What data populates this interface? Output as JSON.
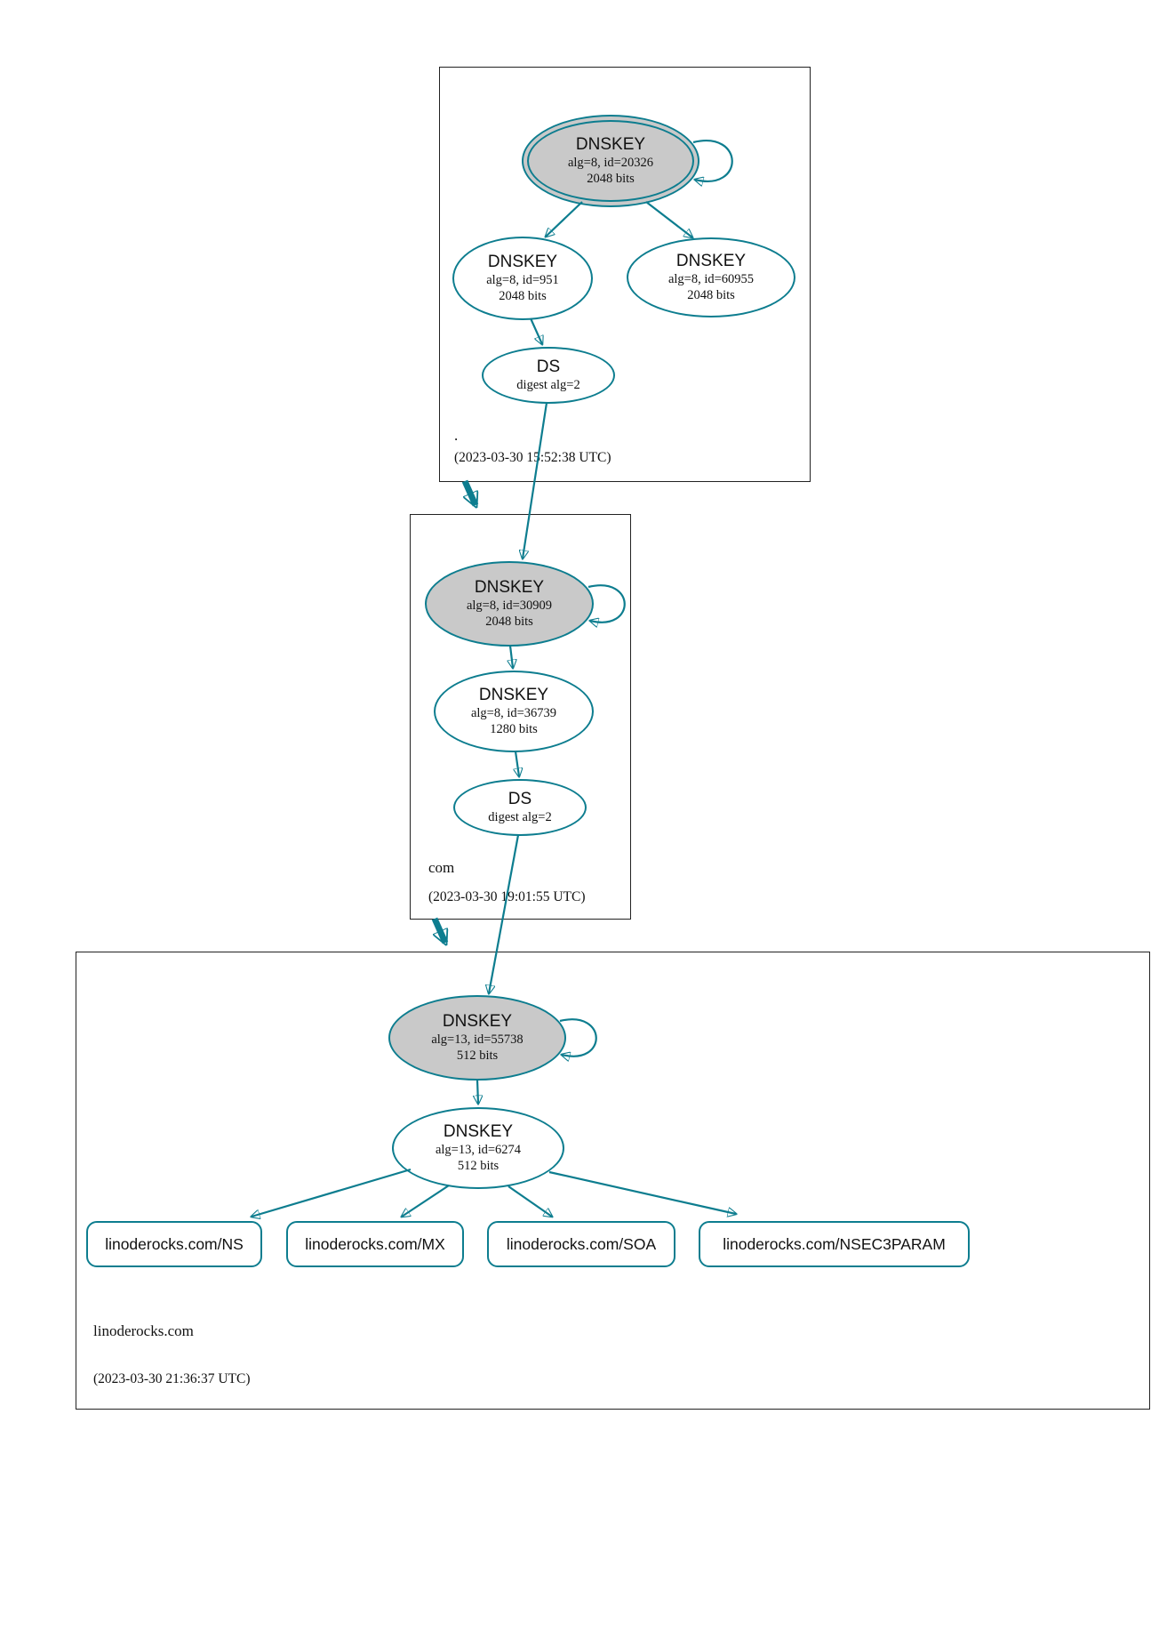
{
  "colors": {
    "edge_teal": "#0d7d8f",
    "ksk_fill": "#c9c9c9",
    "box_border": "#222222"
  },
  "zones": {
    "root": {
      "label": ".",
      "timestamp": "(2023-03-30 15:52:38 UTC)",
      "ksk": {
        "title": "DNSKEY",
        "alg": "alg=8, id=20326",
        "bits": "2048 bits"
      },
      "zsk": {
        "title": "DNSKEY",
        "alg": "alg=8, id=951",
        "bits": "2048 bits"
      },
      "key2": {
        "title": "DNSKEY",
        "alg": "alg=8, id=60955",
        "bits": "2048 bits"
      },
      "ds": {
        "title": "DS",
        "digest": "digest alg=2"
      }
    },
    "com": {
      "label": "com",
      "timestamp": "(2023-03-30 19:01:55 UTC)",
      "ksk": {
        "title": "DNSKEY",
        "alg": "alg=8, id=30909",
        "bits": "2048 bits"
      },
      "zsk": {
        "title": "DNSKEY",
        "alg": "alg=8, id=36739",
        "bits": "1280 bits"
      },
      "ds": {
        "title": "DS",
        "digest": "digest alg=2"
      }
    },
    "linoderocks": {
      "label": "linoderocks.com",
      "timestamp": "(2023-03-30 21:36:37 UTC)",
      "ksk": {
        "title": "DNSKEY",
        "alg": "alg=13, id=55738",
        "bits": "512 bits"
      },
      "zsk": {
        "title": "DNSKEY",
        "alg": "alg=13, id=6274",
        "bits": "512 bits"
      },
      "rrsets": {
        "ns": "linoderocks.com/NS",
        "mx": "linoderocks.com/MX",
        "soa": "linoderocks.com/SOA",
        "nsec3param": "linoderocks.com/NSEC3PARAM"
      }
    }
  }
}
